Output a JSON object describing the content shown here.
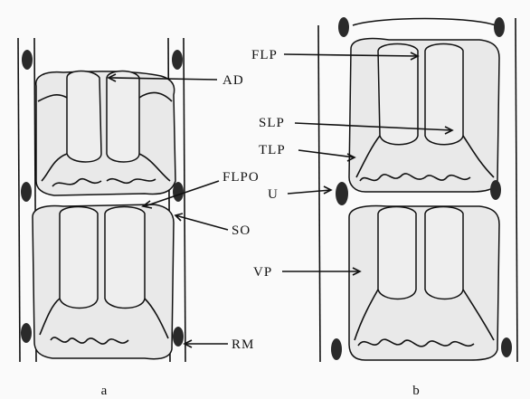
{
  "figure": {
    "panels": [
      {
        "id": "a",
        "label": "a"
      },
      {
        "id": "b",
        "label": "b"
      }
    ],
    "labels": {
      "ad": "AD",
      "flpo": "FLPO",
      "so": "SO",
      "vp_a": "VP",
      "rm": "RM",
      "flp": "FLP",
      "slp": "SLP",
      "tlp": "TLP",
      "u": "U"
    }
  }
}
